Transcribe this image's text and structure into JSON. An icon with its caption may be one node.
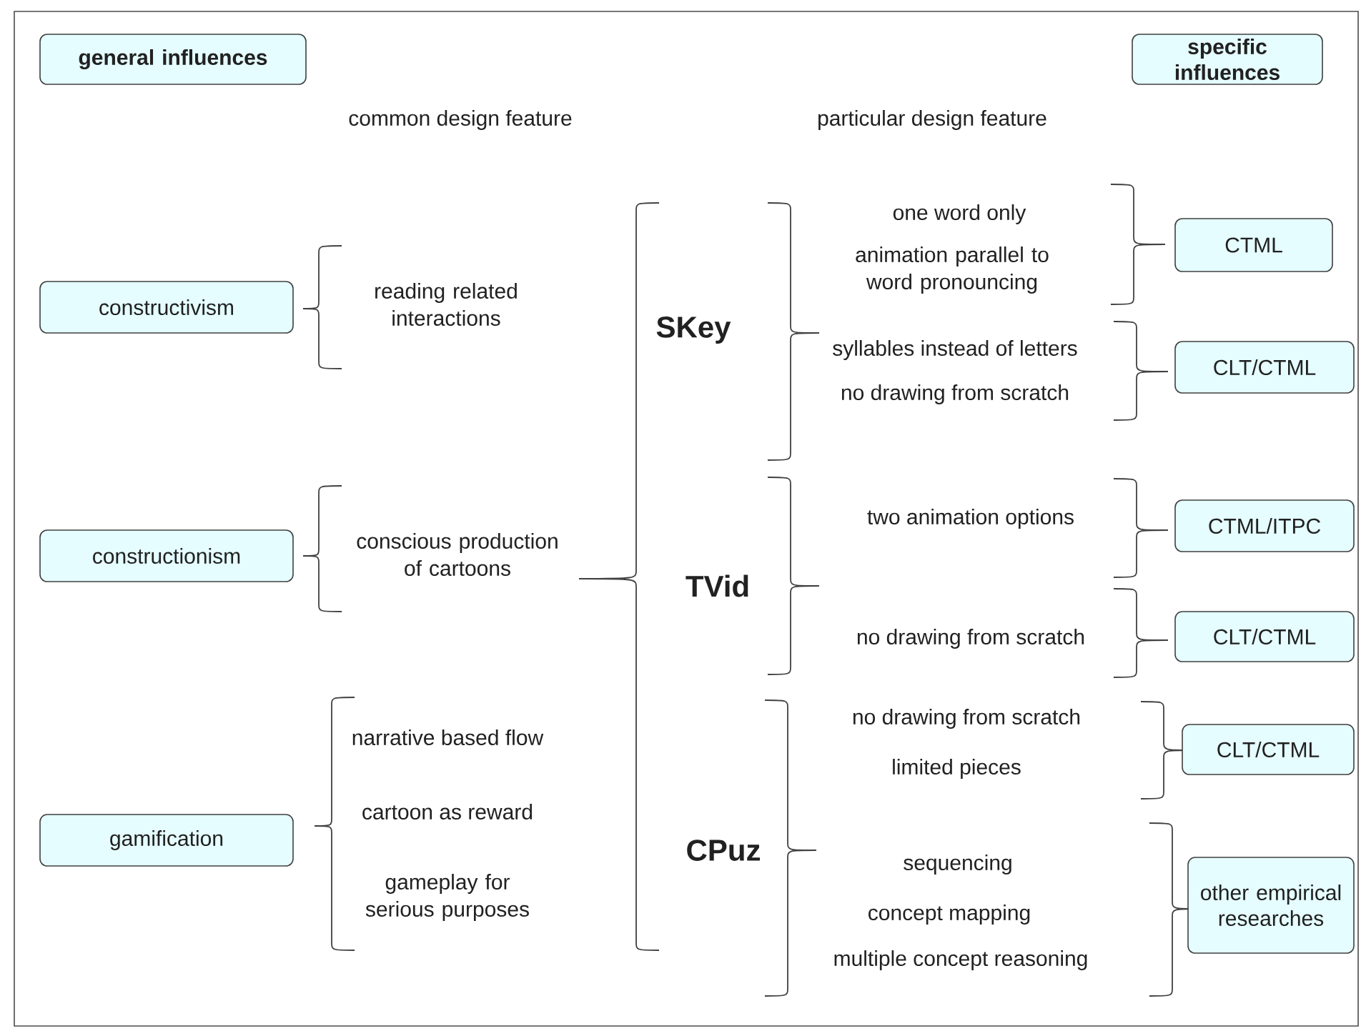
{
  "diagram": {
    "nodes": [
      {
        "text": [
          "general influences"
        ]
      },
      {
        "text": [
          "specific influences"
        ]
      },
      {
        "text": [
          "constructivism"
        ]
      },
      {
        "text": [
          "constructionism"
        ]
      },
      {
        "text": [
          "gamification"
        ]
      },
      {
        "text": [
          "CTML"
        ]
      },
      {
        "text": [
          "CLT/CTML"
        ]
      },
      {
        "text": [
          "CTML/ITPC"
        ]
      },
      {
        "text": [
          "CLT/CTML"
        ]
      },
      {
        "text": [
          "CLT/CTML"
        ]
      },
      {
        "text": [
          "other empirical researches"
        ]
      }
    ],
    "labels": [
      "common design feature",
      "particular design feature",
      "reading related interactions",
      "conscious production of cartoons",
      "narrative based flow",
      "cartoon as reward",
      "gameplay for serious purposes",
      "SKey",
      "one word only",
      "animation parallel to word pronouncing",
      "syllables instead of letters",
      "no drawing from scratch",
      "TVid",
      "two animation options",
      "no drawing from scratch",
      "CPuz",
      "no drawing from scratch",
      "limited pieces",
      "sequencing",
      "concept mapping",
      "multiple concept reasoning"
    ]
  }
}
